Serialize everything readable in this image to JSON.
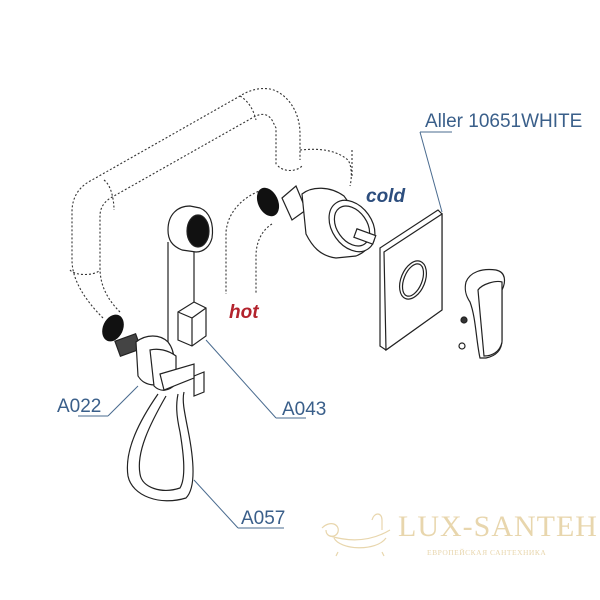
{
  "diagram": {
    "type": "exploded-assembly-drawing",
    "product_label": "Aller 10651WHITE",
    "flow_labels": {
      "hot": "hot",
      "cold": "cold"
    },
    "part_labels": [
      {
        "id": "A022",
        "text": "A022"
      },
      {
        "id": "A043",
        "text": "A043"
      },
      {
        "id": "A057",
        "text": "A057"
      }
    ],
    "colors": {
      "hot": "#b3232d",
      "cold": "#2d4e7e",
      "callout": "#3a5f8a",
      "line": "#222222",
      "watermark": "#e8d6ad"
    }
  },
  "watermark": {
    "brand": "LUX-SANTEH",
    "tagline": "ЕВРОПЕЙСКАЯ САНТЕХНИКА",
    "icon": "bathtub-icon"
  }
}
